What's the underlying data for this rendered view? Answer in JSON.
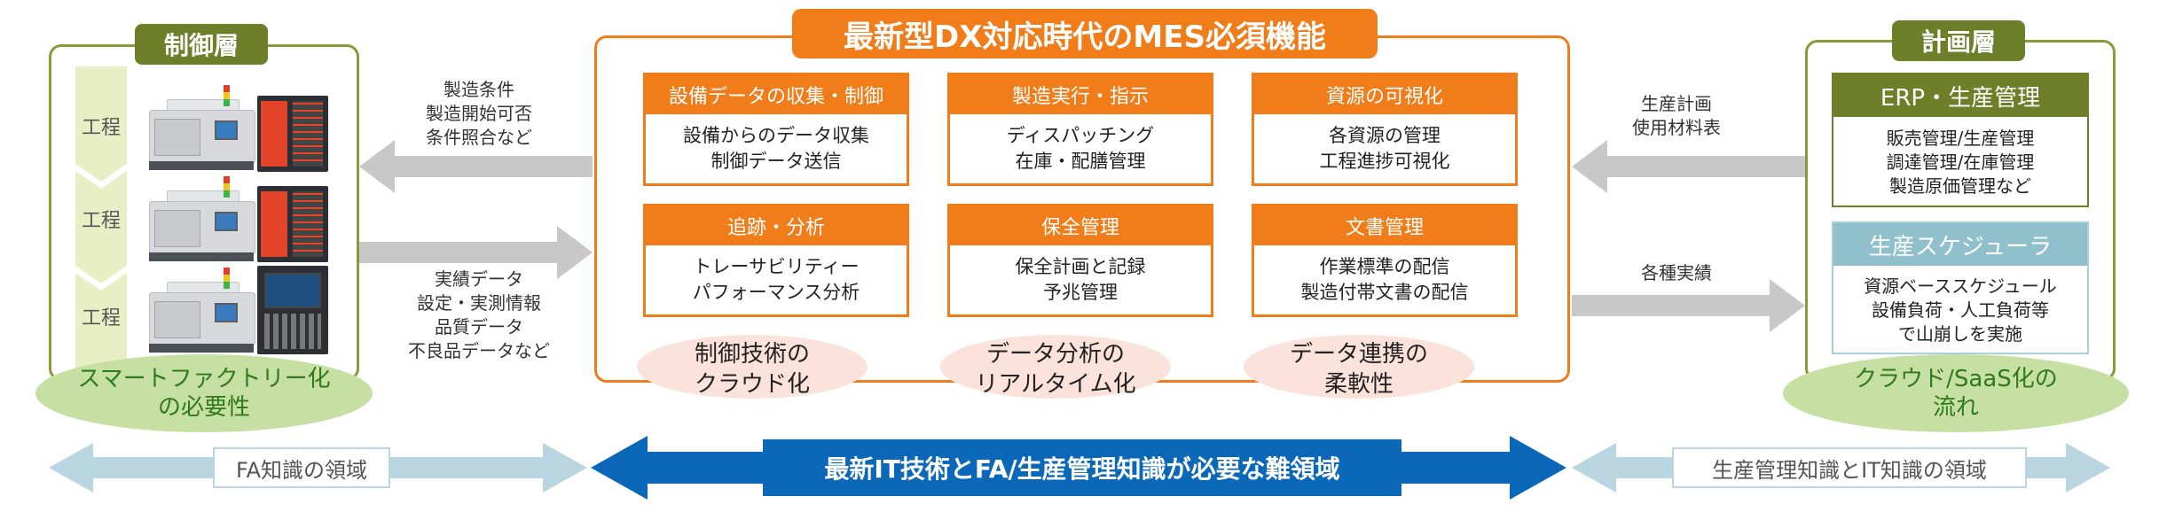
{
  "left_panel": {
    "tag": "制御層",
    "process_labels": [
      "工程",
      "工程",
      "工程"
    ],
    "footer": [
      "スマートファクトリー化",
      "の必要性"
    ]
  },
  "center_panel": {
    "title": "最新型DX対応時代のMES必須機能",
    "functions": [
      {
        "title": "設備データの収集・制御",
        "lines": [
          "設備からのデータ収集",
          "制御データ送信"
        ]
      },
      {
        "title": "製造実行・指示",
        "lines": [
          "ディスパッチング",
          "在庫・配膳管理"
        ]
      },
      {
        "title": "資源の可視化",
        "lines": [
          "各資源の管理",
          "工程進捗可視化"
        ]
      },
      {
        "title": "追跡・分析",
        "lines": [
          "トレーサビリティー",
          "パフォーマンス分析"
        ]
      },
      {
        "title": "保全管理",
        "lines": [
          "保全計画と記録",
          "予兆管理"
        ]
      },
      {
        "title": "文書管理",
        "lines": [
          "作業標準の配信",
          "製造付帯文書の配信"
        ]
      }
    ],
    "trends": [
      [
        "制御技術の",
        "クラウド化"
      ],
      [
        "データ分析の",
        "リアルタイム化"
      ],
      [
        "データ連携の",
        "柔軟性"
      ]
    ]
  },
  "left_arrows": {
    "to_control": [
      "製造条件",
      "製造開始可否",
      "条件照合など"
    ],
    "from_control": [
      "実績データ",
      "設定・実測情報",
      "品質データ",
      "不良品データなど"
    ]
  },
  "right_arrows": {
    "from_plan": [
      "生産計画",
      "使用材料表"
    ],
    "to_plan": [
      "各種実績"
    ]
  },
  "right_panel": {
    "tag": "計画層",
    "erp": {
      "title": "ERP・生産管理",
      "lines": [
        "販売管理/生産管理",
        "調達管理/在庫管理",
        "製造原価管理など"
      ]
    },
    "scheduler": {
      "title": "生産スケジューラ",
      "lines": [
        "資源ベーススケジュール",
        "設備負荷・人工負荷等",
        "で山崩しを実施"
      ]
    },
    "footer": [
      "クラウド/SaaS化の",
      "流れ"
    ]
  },
  "bottom": {
    "left": "FA知識の領域",
    "center": "最新IT技術とFA/生産管理知識が必要な難領域",
    "right": "生産管理知識とIT知識の領域"
  },
  "colors": {
    "orange": "#f07d1a",
    "olive": "#6e7f2a",
    "blue": "#0b68b8",
    "light_blue": "#b9d6e0",
    "green_ellipse": "#c6e0a3",
    "pink_ellipse": "#fbe3dc"
  }
}
